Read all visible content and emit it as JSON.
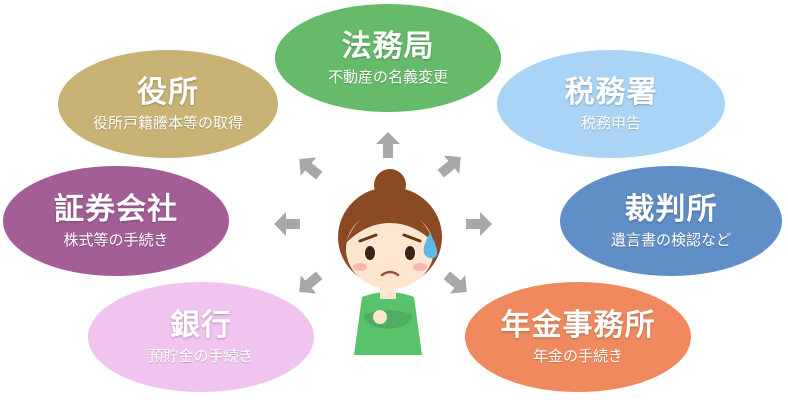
{
  "nodes": [
    {
      "id": "houmukyoku",
      "title": "法務局",
      "sub": "不動産の名義変更",
      "color": "#66bb6a"
    },
    {
      "id": "zeimusho",
      "title": "税務署",
      "sub": "税務申告",
      "color": "#a9d4f5"
    },
    {
      "id": "saibansho",
      "title": "裁判所",
      "sub": "遺言書の検認など",
      "color": "#5f8fc6"
    },
    {
      "id": "nenkin",
      "title": "年金事務所",
      "sub": "年金の手続き",
      "color": "#f08a5e"
    },
    {
      "id": "ginkou",
      "title": "銀行",
      "sub": "預貯金の手続き",
      "color": "#f0c4ee"
    },
    {
      "id": "shouken",
      "title": "証券会社",
      "sub": "株式等の手続き",
      "color": "#a35e96"
    },
    {
      "id": "yakusho",
      "title": "役所",
      "sub": "役所戸籍謄本等の取得",
      "color": "#c8b274"
    }
  ],
  "colors": {
    "arrow": "#a8a8a8",
    "hair": "#8b4a24",
    "skin": "#fde6cf",
    "shirt": "#58c36a",
    "sweat": "#5cb8e8"
  },
  "icons": {
    "person": "worried-woman-icon",
    "arrow": "arrow-icon"
  }
}
